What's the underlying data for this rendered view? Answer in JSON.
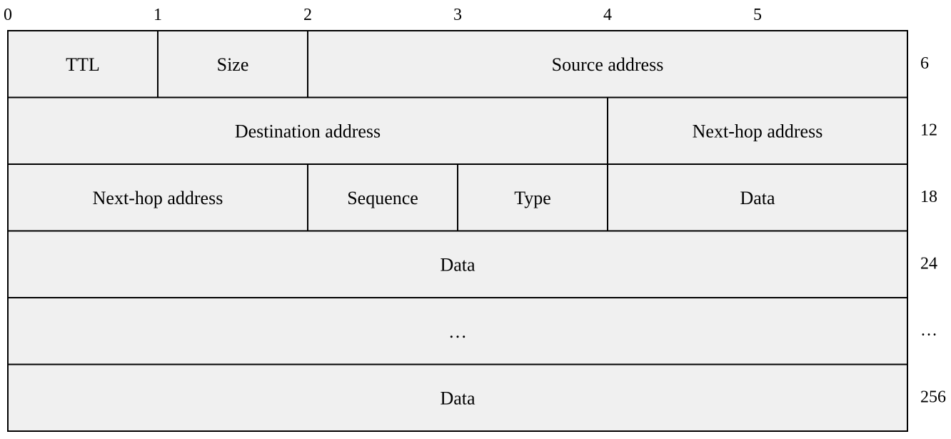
{
  "colors": {
    "cell_fill": "#f0f0f0",
    "border": "#000000",
    "text": "#000000"
  },
  "column_labels": [
    "0",
    "1",
    "2",
    "3",
    "4",
    "5"
  ],
  "row_labels": [
    "6",
    "12",
    "18",
    "24",
    "…",
    "256"
  ],
  "rows": [
    [
      {
        "label": "TTL",
        "span": 1
      },
      {
        "label": "Size",
        "span": 1
      },
      {
        "label": "Source address",
        "span": 4
      }
    ],
    [
      {
        "label": "Destination address",
        "span": 4
      },
      {
        "label": "Next-hop address",
        "span": 2
      }
    ],
    [
      {
        "label": "Next-hop address",
        "span": 2
      },
      {
        "label": "Sequence",
        "span": 1
      },
      {
        "label": "Type",
        "span": 1
      },
      {
        "label": "Data",
        "span": 2
      }
    ],
    [
      {
        "label": "Data",
        "span": 6
      }
    ],
    [
      {
        "label": "…",
        "span": 6
      }
    ],
    [
      {
        "label": "Data",
        "span": 6
      }
    ]
  ]
}
